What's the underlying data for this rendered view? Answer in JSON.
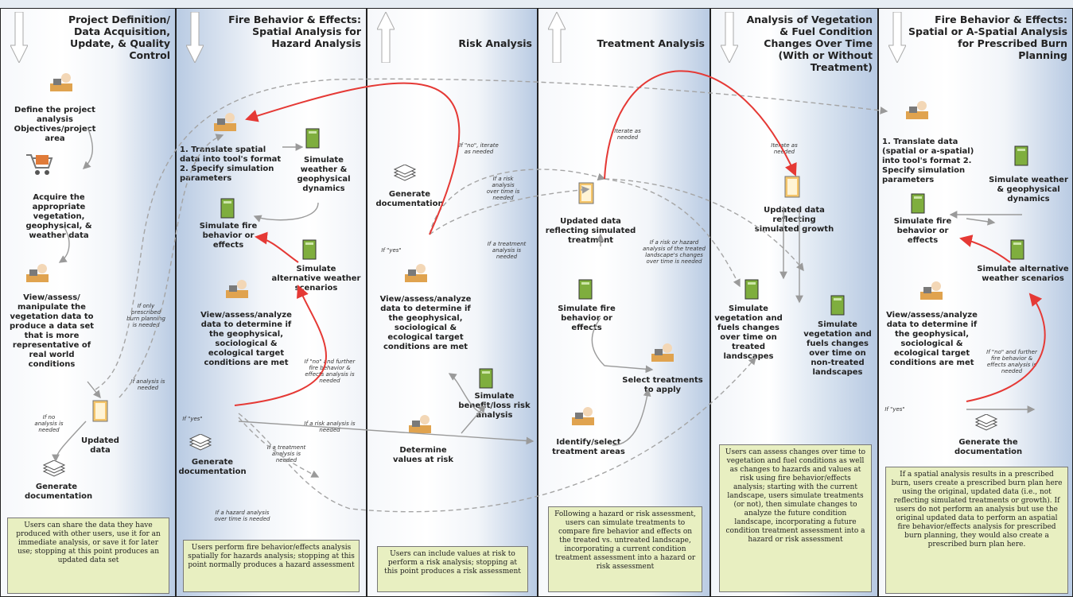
{
  "columns": [
    {
      "title": "Project Definition/ Data Acquisition, Update, & Quality Control",
      "steps": {
        "define": "Define the project analysis Objectives/project area",
        "acquire": "Acquire the appropriate vegetation, geophysical, & weather data",
        "view": "View/assess/ manipulate the vegetation data to produce a data set that is more representative of real world conditions",
        "updated": "Updated data",
        "generate": "Generate documentation"
      },
      "notes": {
        "only_burn": "If only prescribed burn planning is needed",
        "analysis_needed": "If analysis is needed",
        "no_analysis": "If no analysis is needed"
      },
      "box": "Users can share the data they have produced with other users, use it for an immediate analysis, or save it for later use; stopping at this point produces an updated data set"
    },
    {
      "title": "Fire Behavior & Effects: Spatial Analysis for Hazard Analysis",
      "steps": {
        "translate": "1. Translate spatial data into tool's format 2. Specify simulation parameters",
        "sim_weather": "Simulate weather & geophysical dynamics",
        "sim_fire": "Simulate fire behavior or effects",
        "sim_alt": "Simulate alternative weather scenarios",
        "view": "View/assess/analyze data to determine if the geophysical, sociological & ecological target conditions are met",
        "generate": "Generate documentation"
      },
      "notes": {
        "no_further": "If \"no\" and further fire behavior & effects analysis is needed",
        "yes": "If \"yes\"",
        "risk": "If a risk analysis is needed",
        "treatment": "If a treatment analysis is needed",
        "hazard_time": "If a hazard analysis over time is needed"
      },
      "box": "Users perform fire behavior/effects analysis spatially for hazards analysis; stopping at this point normally produces a hazard assessment"
    },
    {
      "title": "Risk Analysis",
      "steps": {
        "generate": "Generate documentation",
        "view": "View/assess/analyze data to determine if the geophysical, sociological & ecological target conditions are met",
        "sim_benefit": "Simulate benefit/loss risk analysis",
        "determine": "Determine values at risk"
      },
      "notes": {
        "no_iterate": "If \"no\", iterate as needed",
        "risk_time": "If a risk analysis over time is needed",
        "yes": "If \"yes\"",
        "treatment": "If a treatment analysis is needed"
      },
      "box": "Users can include values at risk to perform a risk analysis; stopping at this point produces a risk assessment"
    },
    {
      "title": "Treatment Analysis",
      "steps": {
        "updated": "Updated data reflecting simulated treatment",
        "sim_fire": "Simulate fire behavior or effects",
        "select": "Select treatments to apply",
        "identify": "Identify/select treatment areas"
      },
      "notes": {
        "iterate": "Iterate as needed",
        "risk_hazard": "If a risk or hazard analysis of the treated landscape's changes over time is needed"
      },
      "box": "Following a hazard or risk assessment, users can simulate treatments to compare fire behavior and effects on the treated vs. untreated landscape, incorporating a current condition treatment assessment into a hazard or risk assessment"
    },
    {
      "title": "Analysis of Vegetation & Fuel Condition Changes Over Time (With or Without Treatment)",
      "steps": {
        "updated": "Updated data reflecting simulated growth",
        "sim_treated": "Simulate vegetation and fuels changes over time on treated landscapes",
        "sim_nontreated": "Simulate vegetation and fuels changes over time on non-treated landscapes"
      },
      "notes": {
        "iterate": "Iterate as needed"
      },
      "box": "Users can assess changes over time to vegetation and fuel conditions as well as changes to hazards and values at risk using fire behavior/effects analysis; starting with the current landscape, users simulate treatments (or not), then simulate changes to analyze the future condition landscape, incorporating a future condition treatment assessment into a hazard or risk assessment"
    },
    {
      "title": "Fire Behavior & Effects: Spatial or A-Spatial Analysis for Prescribed Burn Planning",
      "steps": {
        "translate": "1. Translate data (spatial or a-spatial) into tool's format 2. Specify simulation parameters",
        "sim_weather": "Simulate weather & geophysical dynamics",
        "sim_fire": "Simulate fire behavior or effects",
        "sim_alt": "Simulate alternative weather scenarios",
        "view": "View/assess/analyze data to determine if the geophysical, sociological & ecological target conditions are met",
        "generate": "Generate the documentation"
      },
      "notes": {
        "no_further": "If \"no\" and further fire behavior & effects analysis is needed",
        "yes": "If \"yes\""
      },
      "box": "If a spatial analysis results in a prescribed burn, users create a prescribed burn plan here using the original, updated data (i.e., not reflecting simulated treatments or growth). If users do not perform an analysis but use the original updated data to perform an aspatial fire behavior/effects analysis for prescribed burn planning, they would also create a prescribed burn plan here."
    }
  ],
  "colors": {
    "loop_arrow": "#e53935",
    "flow_arrow": "#9a9a9a",
    "box_fill": "#e8efc1",
    "computer": "#7fae3e"
  }
}
